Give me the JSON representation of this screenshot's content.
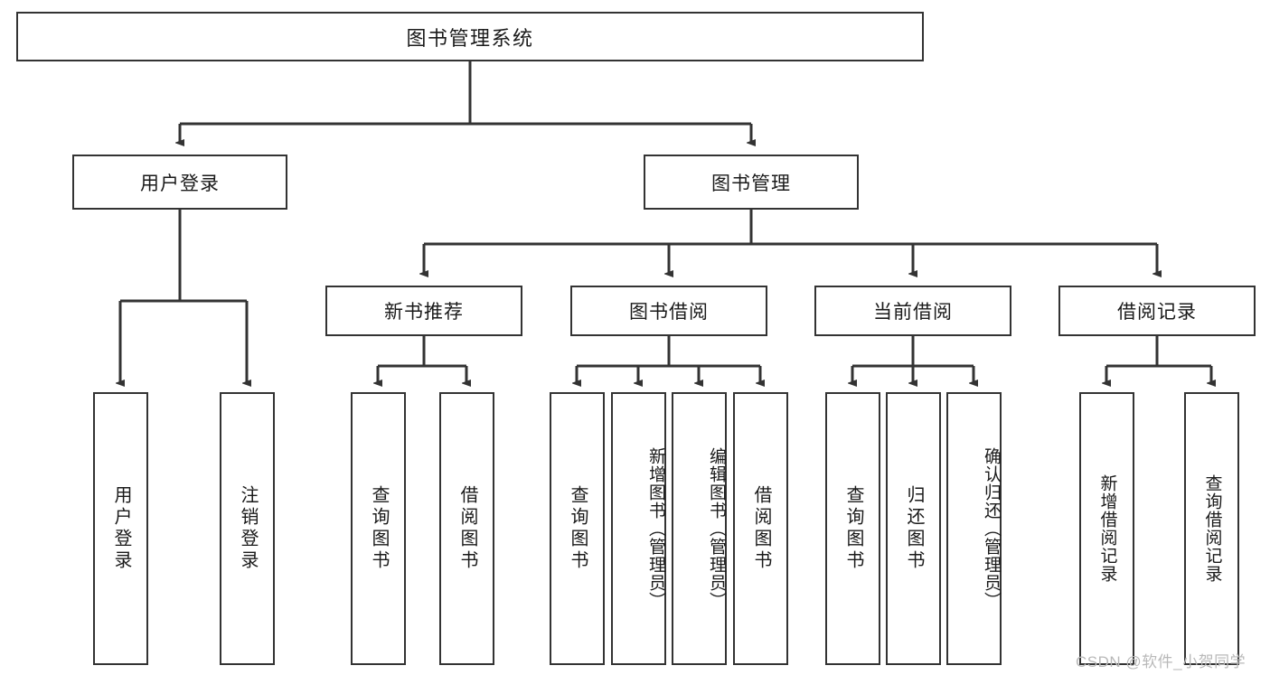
{
  "diagram": {
    "title": "图书管理系统",
    "type": "tree",
    "watermark": "CSDN @软件_小贺同学",
    "line_color": "#333333",
    "box_fill": "#ffffff",
    "text_color": "#1a1a1a",
    "nodes": {
      "root": {
        "label": "图书管理系统",
        "level": 0
      },
      "l1": [
        {
          "id": "user_login",
          "label": "用户登录"
        },
        {
          "id": "book_manage",
          "label": "图书管理"
        }
      ],
      "l2": [
        {
          "id": "new_book_rec",
          "label": "新书推荐",
          "parent": "book_manage"
        },
        {
          "id": "book_borrow",
          "label": "图书借阅",
          "parent": "book_manage"
        },
        {
          "id": "current_borrow",
          "label": "当前借阅",
          "parent": "book_manage"
        },
        {
          "id": "borrow_record",
          "label": "借阅记录",
          "parent": "book_manage"
        }
      ],
      "leaves": [
        {
          "id": "leaf_user_login",
          "label": "用户登录",
          "parent": "user_login"
        },
        {
          "id": "leaf_user_logout",
          "label": "注销登录",
          "parent": "user_login"
        },
        {
          "id": "leaf_query_book_1",
          "label": "查询图书",
          "parent": "new_book_rec"
        },
        {
          "id": "leaf_borrow_book_1",
          "label": "借阅图书",
          "parent": "new_book_rec"
        },
        {
          "id": "leaf_query_book_2",
          "label": "查询图书",
          "parent": "book_borrow"
        },
        {
          "id": "leaf_add_book",
          "label": "新增图书（管理员）",
          "parent": "book_borrow"
        },
        {
          "id": "leaf_edit_book",
          "label": "编辑图书（管理员）",
          "parent": "book_borrow"
        },
        {
          "id": "leaf_borrow_book_2",
          "label": "借阅图书",
          "parent": "book_borrow"
        },
        {
          "id": "leaf_query_book_3",
          "label": "查询图书",
          "parent": "current_borrow"
        },
        {
          "id": "leaf_return_book",
          "label": "归还图书",
          "parent": "current_borrow"
        },
        {
          "id": "leaf_confirm_return",
          "label": "确认归还（管理员）",
          "parent": "current_borrow"
        },
        {
          "id": "leaf_add_record",
          "label": "新增借阅记录",
          "parent": "borrow_record"
        },
        {
          "id": "leaf_query_record",
          "label": "查询借阅记录",
          "parent": "borrow_record"
        }
      ]
    }
  }
}
